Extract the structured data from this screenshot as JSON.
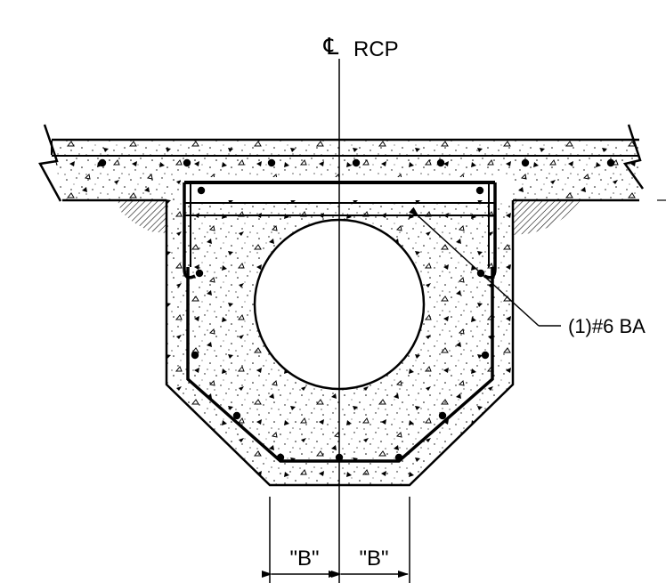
{
  "centerline": {
    "symbol": "℄",
    "label": "RCP"
  },
  "callout": {
    "label": "(1)#6 BA"
  },
  "dimensions": {
    "left_label": "\"B\"",
    "right_label": "\"B\""
  }
}
